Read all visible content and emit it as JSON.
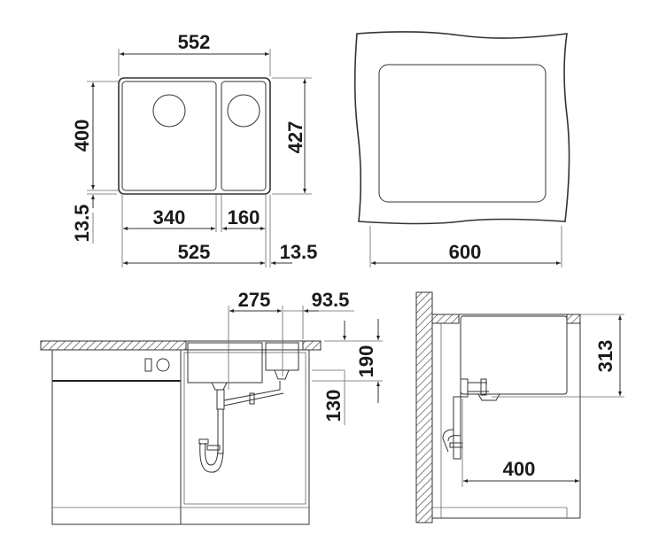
{
  "top_view": {
    "overall_width": "552",
    "overall_depth": "427",
    "bowl_depth": "400",
    "offset_front": "13.5",
    "main_bowl_width": "340",
    "second_bowl_width": "160",
    "inner_width": "525",
    "offset_right": "13.5"
  },
  "cutout_view": {
    "cabinet_width": "600"
  },
  "front_view": {
    "main_drain_offset": "275",
    "second_drain_offset": "93.5",
    "bowl_height": "190",
    "second_bowl_height": "130"
  },
  "side_view": {
    "depth_height": "313",
    "min_cabinet_depth": "400"
  }
}
